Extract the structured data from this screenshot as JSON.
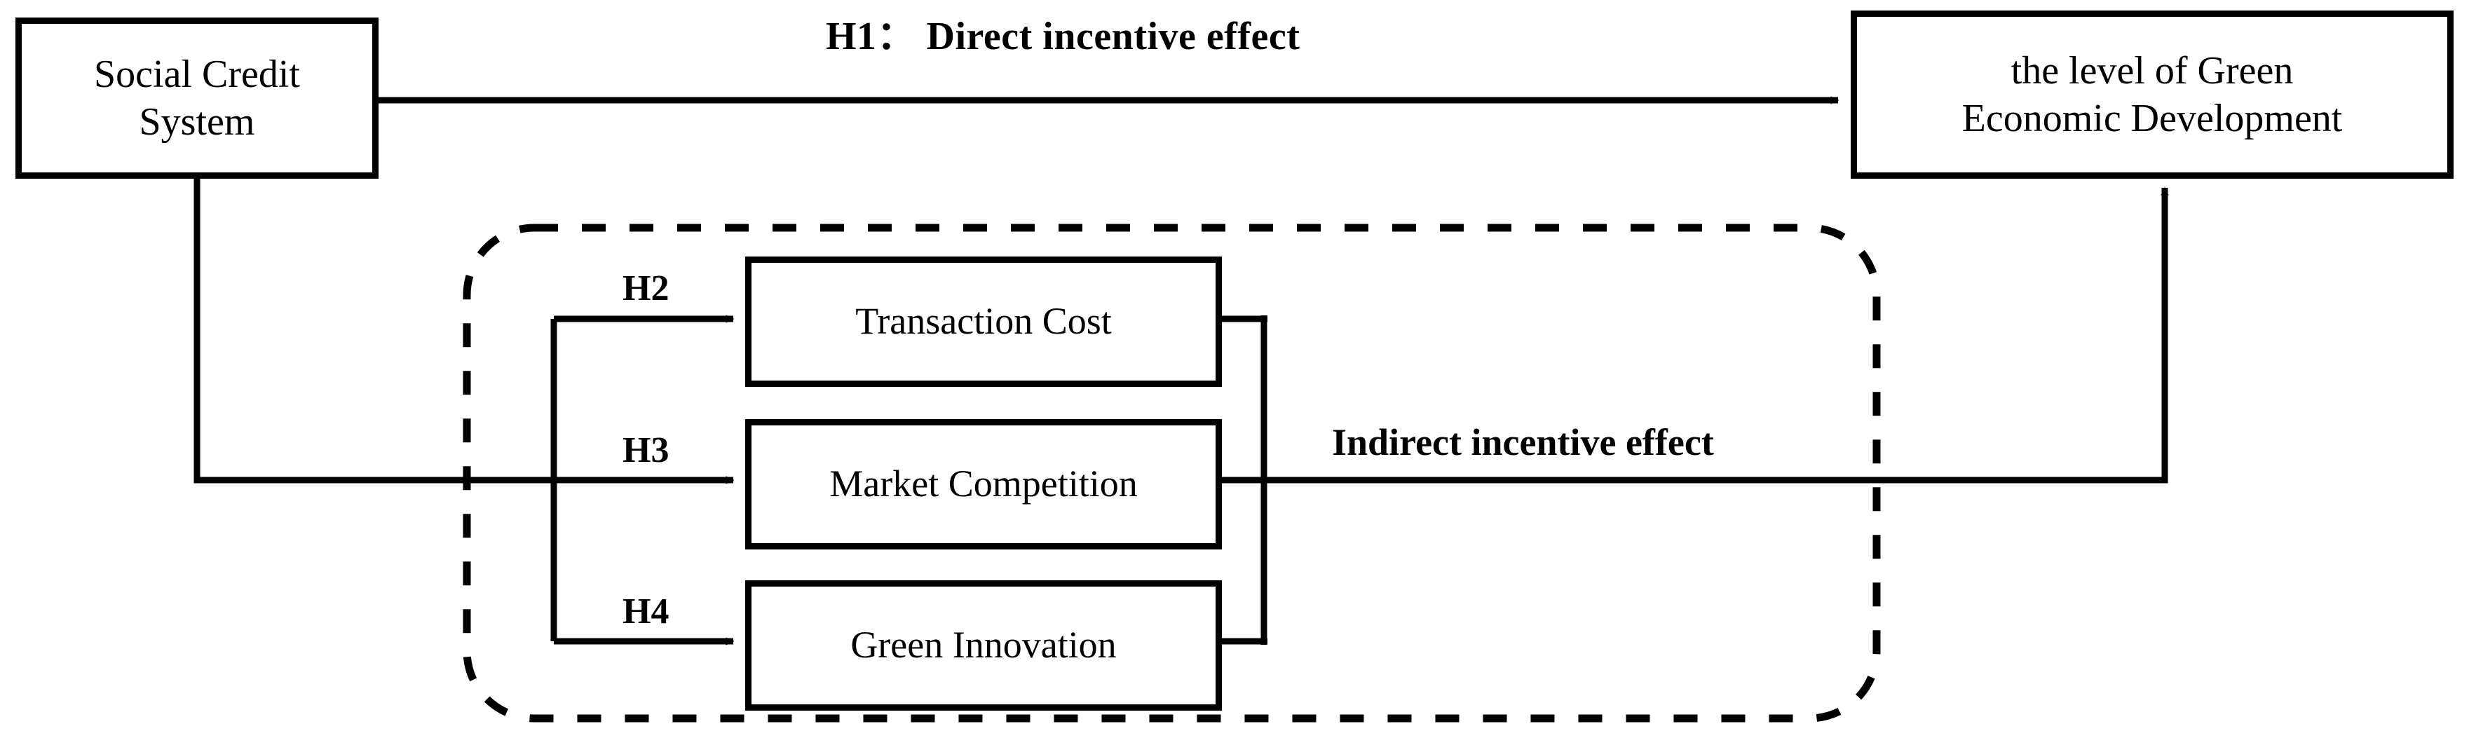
{
  "diagram": {
    "title_text": "",
    "colors": {
      "stroke": "#000000",
      "background": "#ffffff"
    },
    "nodes": {
      "social_credit_system": {
        "label": "Social Credit\nSystem",
        "line1": "Social Credit",
        "line2": "System"
      },
      "green_economic_development": {
        "label": "the level of Green\nEconomic Development",
        "line1": "the level of Green",
        "line2": "Economic Development"
      },
      "transaction_cost": {
        "label": "Transaction Cost"
      },
      "market_competition": {
        "label": "Market Competition"
      },
      "green_innovation": {
        "label": "Green Innovation"
      }
    },
    "edge_labels": {
      "h1": "H1： Direct incentive effect",
      "h2": "H2",
      "h3": "H3",
      "h4": "H4",
      "indirect": "Indirect incentive effect"
    },
    "grouping": {
      "dashed_box_name": "mediators-group",
      "border_style": "dashed rounded rectangle"
    }
  }
}
